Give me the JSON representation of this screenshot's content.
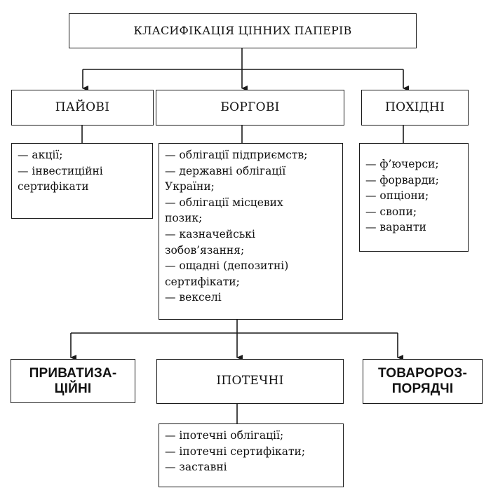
{
  "title": "КЛАСИФІКАЦІЯ ЦІННИХ ПАПЕРІВ",
  "categories": {
    "payovi": "ПАЙОВІ",
    "borhovi": "БОРГОВІ",
    "pokhidni": "ПОХІДНІ",
    "pryvatyz": [
      "ПРИВАТИЗА-",
      "ЦІЙНІ"
    ],
    "ipotechni": "ІПОТЕЧНІ",
    "tovaroroz": [
      "ТОВАРОРОЗ-",
      "ПОРЯДЧІ"
    ]
  },
  "lists": {
    "payovi": [
      "— акції;",
      "— інвестиційні",
      "сертифікати"
    ],
    "borhovi": [
      "— облігації підприємств;",
      "— державні облігації",
      "України;",
      "— облігації місцевих",
      "позик;",
      "— казначейські",
      "зобов’язання;",
      "— ощадні (депозитні)",
      "сертифікати;",
      "— векселі"
    ],
    "pokhidni": [
      "— ф’ючерси;",
      "— форварди;",
      "— опціони;",
      "— свопи;",
      "— варанти"
    ],
    "ipotechni": [
      "— іпотечні облігації;",
      "— іпотечні сертифікати;",
      "— заставні"
    ]
  }
}
